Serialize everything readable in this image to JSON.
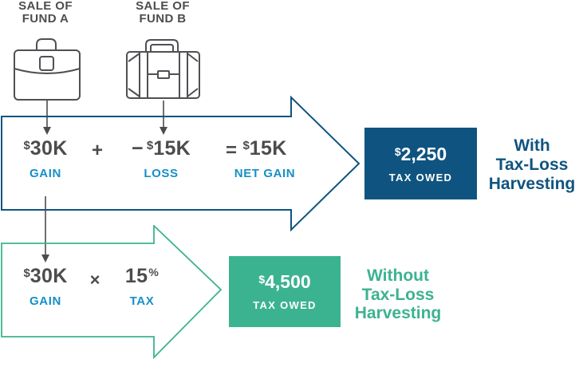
{
  "funds": {
    "fund_a": {
      "title_line1": "SALE OF",
      "title_line2": "FUND A",
      "icon": "briefcase-icon"
    },
    "fund_b": {
      "title_line1": "SALE OF",
      "title_line2": "FUND B",
      "icon": "suitcase-icon"
    }
  },
  "with_harvesting": {
    "gain": {
      "currency": "$",
      "amount": "30K",
      "label": "GAIN"
    },
    "plus_operator": "+",
    "loss": {
      "sign": "−",
      "currency": "$",
      "amount": "15K",
      "label": "LOSS"
    },
    "equals_operator": "=",
    "net": {
      "currency": "$",
      "amount": "15K",
      "label": "NET GAIN"
    },
    "result": {
      "currency": "$",
      "amount": "2,250",
      "label": "TAX OWED"
    },
    "caption_lines": [
      "With",
      "Tax-Loss",
      "Harvesting"
    ]
  },
  "without_harvesting": {
    "gain": {
      "currency": "$",
      "amount": "30K",
      "label": "GAIN"
    },
    "multiply_operator": "×",
    "tax": {
      "amount": "15",
      "symbol": "%",
      "label": "TAX"
    },
    "result": {
      "currency": "$",
      "amount": "4,500",
      "label": "TAX OWED"
    },
    "caption_lines": [
      "Without",
      "Tax-Loss",
      "Harvesting"
    ]
  },
  "colors": {
    "navy": "#0f5480",
    "green": "#3cb390",
    "light_blue": "#1590c7",
    "dark_gray": "#4c4c4e",
    "white": "#ffffff"
  }
}
